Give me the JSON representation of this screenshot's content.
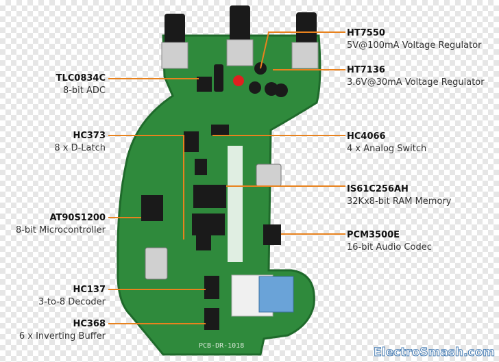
{
  "colors": {
    "pcb": "#2f8a3c",
    "pcb_dark": "#1f6a2b",
    "leader": "#e8821e",
    "chip": "#1a1a1a"
  },
  "labels": [
    {
      "part": "HT7550",
      "desc": "5V@100mA Voltage Regulator"
    },
    {
      "part": "HT7136",
      "desc": "3.6V@30mA Voltage Regulator"
    },
    {
      "part": "TLC0834C",
      "desc": "8-bit ADC"
    },
    {
      "part": "HC373",
      "desc": "8 x D-Latch"
    },
    {
      "part": "HC4066",
      "desc": "4 x Analog Switch"
    },
    {
      "part": "IS61C256AH",
      "desc": "32Kx8-bit RAM Memory"
    },
    {
      "part": "AT90S1200",
      "desc": "8-bit Microcontroller"
    },
    {
      "part": "PCM3500E",
      "desc": "16-bit Audio Codec"
    },
    {
      "part": "HC137",
      "desc": "3-to-8 Decoder"
    },
    {
      "part": "HC368",
      "desc": "6 x Inverting Buffer"
    }
  ],
  "watermark": {
    "part1": "Electro",
    "part2": "Smash",
    "part3": ".com"
  }
}
